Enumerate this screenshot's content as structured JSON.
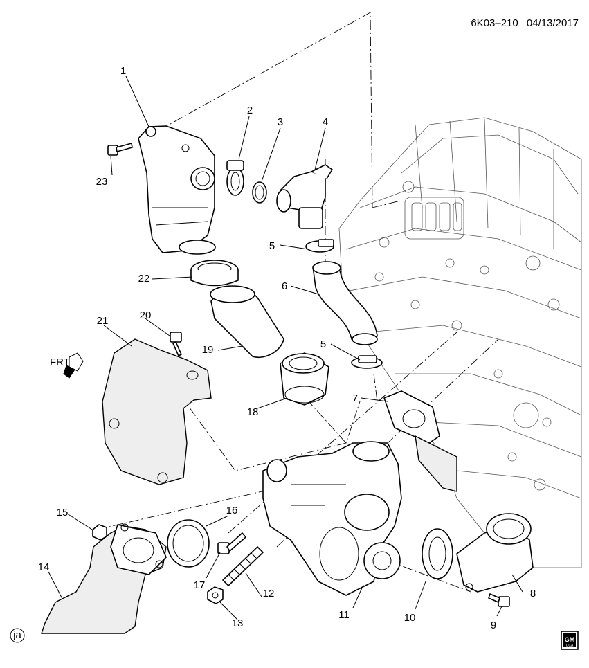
{
  "header": {
    "code": "6K03–210",
    "date": "04/13/2017"
  },
  "orientation_label": "FRT",
  "corner_mark": "ja",
  "logo": {
    "top": "GM",
    "bottom": "CCA"
  },
  "callouts": [
    {
      "id": "c1",
      "label": "1"
    },
    {
      "id": "c2",
      "label": "2"
    },
    {
      "id": "c3",
      "label": "3"
    },
    {
      "id": "c4",
      "label": "4"
    },
    {
      "id": "c5a",
      "label": "5"
    },
    {
      "id": "c5b",
      "label": "5"
    },
    {
      "id": "c6",
      "label": "6"
    },
    {
      "id": "c7",
      "label": "7"
    },
    {
      "id": "c8",
      "label": "8"
    },
    {
      "id": "c9",
      "label": "9"
    },
    {
      "id": "c10",
      "label": "10"
    },
    {
      "id": "c11",
      "label": "11"
    },
    {
      "id": "c12",
      "label": "12"
    },
    {
      "id": "c13",
      "label": "13"
    },
    {
      "id": "c14",
      "label": "14"
    },
    {
      "id": "c15",
      "label": "15"
    },
    {
      "id": "c16",
      "label": "16"
    },
    {
      "id": "c17",
      "label": "17"
    },
    {
      "id": "c18",
      "label": "18"
    },
    {
      "id": "c19",
      "label": "19"
    },
    {
      "id": "c20",
      "label": "20"
    },
    {
      "id": "c21",
      "label": "21"
    },
    {
      "id": "c22",
      "label": "22"
    },
    {
      "id": "c23",
      "label": "23"
    }
  ]
}
